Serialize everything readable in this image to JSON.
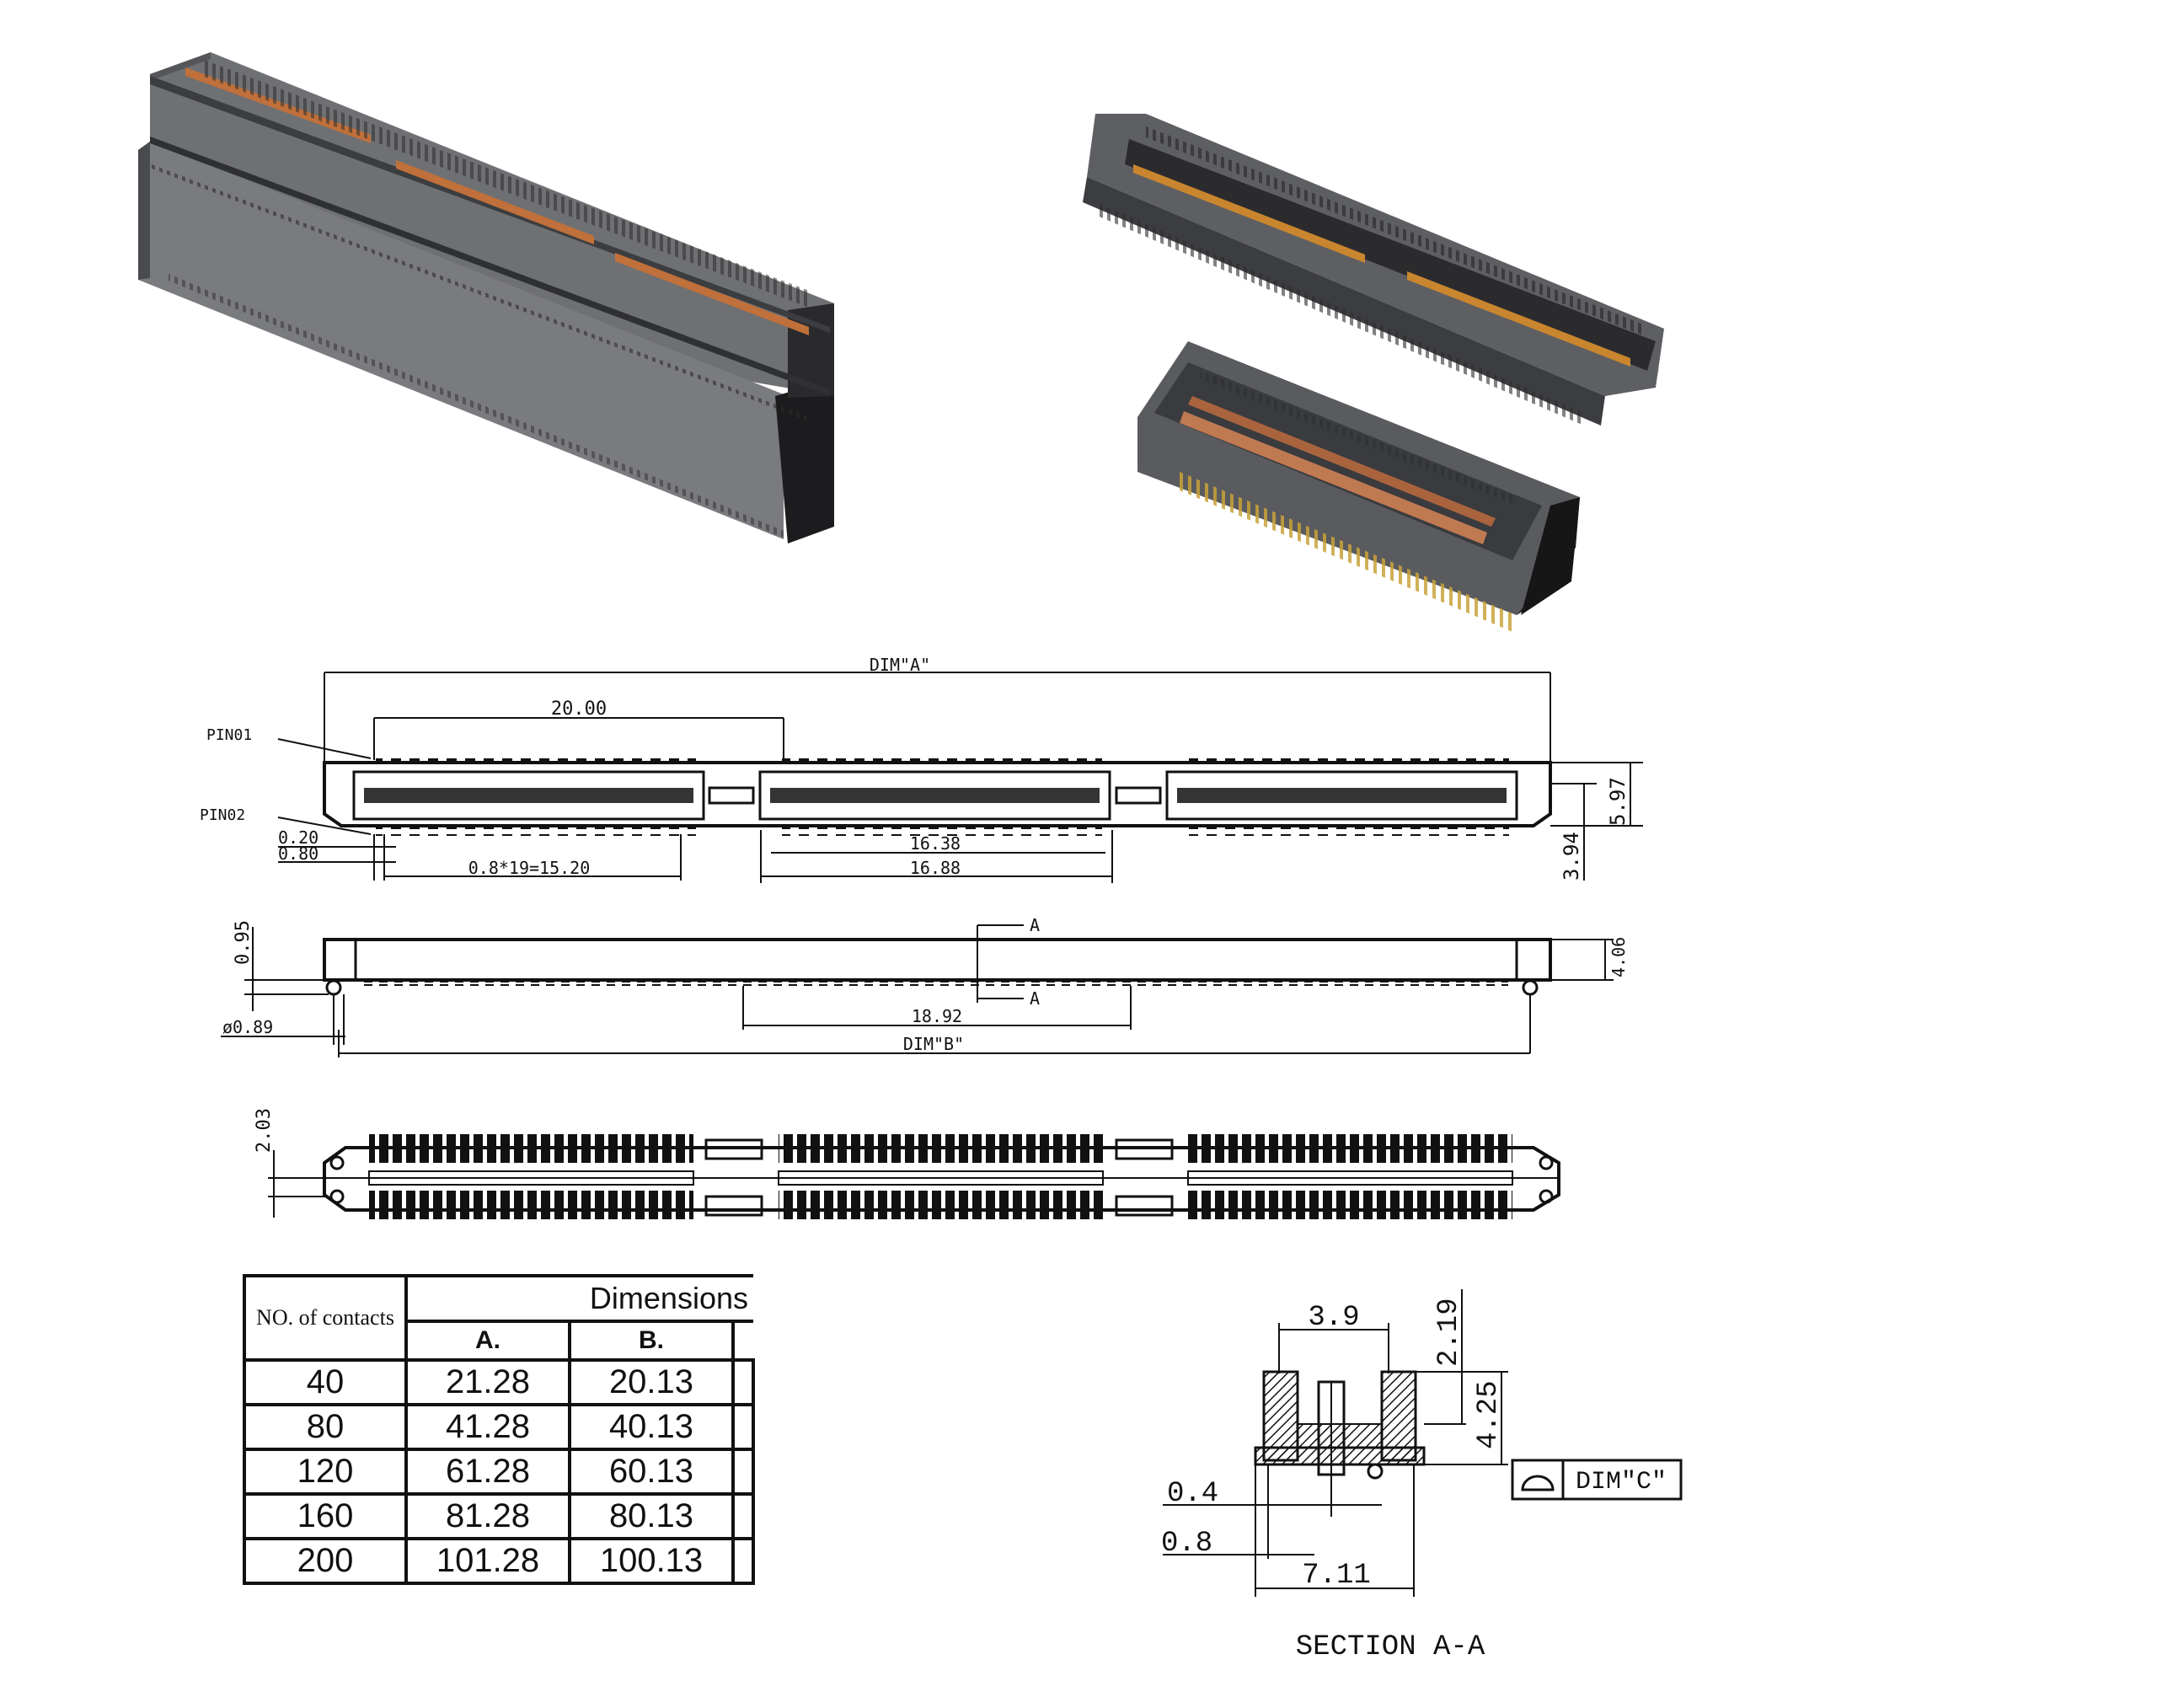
{
  "drawing": {
    "top_view": {
      "dim_a": "DIM\"A\"",
      "pin01": "PIN01",
      "pin02": "PIN02",
      "d_20_00": "20.00",
      "d_0_20": "0.20",
      "d_0_80": "0.80",
      "d_pitch": "0.8*19=15.20",
      "d_16_38": "16.38",
      "d_16_88": "16.88",
      "d_5_97": "5.97",
      "d_3_94": "3.94"
    },
    "side_view": {
      "d_0_95": "0.95",
      "d_0_89": "ø0.89",
      "section_mark": "A",
      "d_18_92": "18.92",
      "dim_b": "DIM\"B\"",
      "d_4_06": "4.06"
    },
    "bottom_view": {
      "d_2_03": "2.03"
    },
    "section": {
      "d_3_9": "3.9",
      "d_2_19": "2.19",
      "d_4_25": "4.25",
      "d_0_4": "0.4",
      "d_0_8": "0.8",
      "d_7_11": "7.11",
      "dim_c": "DIM\"C\"",
      "title": "SECTION A-A"
    }
  },
  "table": {
    "count_header": "NO. of contacts",
    "dims_header": "Dimensions",
    "col_a": "A.",
    "col_b": "B.",
    "rows": [
      {
        "contacts": "40",
        "a": "21.28",
        "b": "20.13"
      },
      {
        "contacts": "80",
        "a": "41.28",
        "b": "40.13"
      },
      {
        "contacts": "120",
        "a": "61.28",
        "b": "60.13"
      },
      {
        "contacts": "160",
        "a": "81.28",
        "b": "80.13"
      },
      {
        "contacts": "200",
        "a": "101.28",
        "b": "100.13"
      }
    ]
  },
  "colors": {
    "housing": "#5e5f62",
    "housing_dark": "#3c3d40",
    "contact": "#c0703a",
    "pin_gold": "#c9a23a",
    "line": "#111111"
  }
}
